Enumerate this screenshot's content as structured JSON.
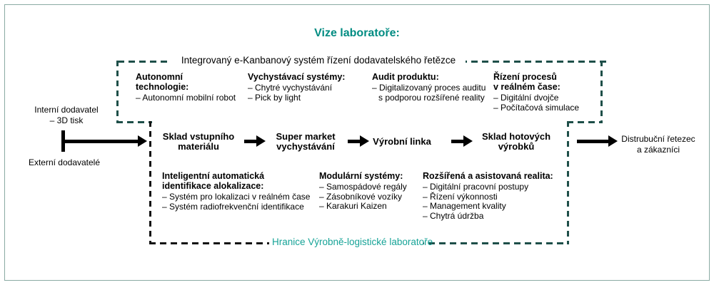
{
  "title": "Vize laboratoře:",
  "colors": {
    "title_teal": "#008C82",
    "boundary_label_teal": "#16A397",
    "dash_teal": "#1E4F49",
    "dash_black": "#131313",
    "frame_border": "#8AAAA3"
  },
  "kanban_box": {
    "label": "Integrovaný e-Kanbanový systém řízení dodavatelského řetězce"
  },
  "lab_boundary": {
    "label": "Hranice Výrobně-logistické laboratoře"
  },
  "suppliers": {
    "internal_line1": "Interní dodavatel",
    "internal_line2": "– 3D tisk",
    "external": "Externí dodavatelé"
  },
  "flow": {
    "stations": [
      {
        "line1": "Sklad vstupního",
        "line2": "materiálu"
      },
      {
        "line1": "Super market",
        "line2": "vychystávání"
      },
      {
        "line1": "Výrobní linka",
        "line2": ""
      },
      {
        "line1": "Sklad hotových",
        "line2": "výrobků"
      }
    ],
    "output_line1": "Distrubuční řetezec",
    "output_line2": "a zákazníci"
  },
  "top_annotations": [
    {
      "title_lines": [
        "Autonomní",
        "technologie:"
      ],
      "items": [
        "– Autonomní mobilní robot"
      ]
    },
    {
      "title_lines": [
        "Vychystávací systémy:"
      ],
      "items": [
        "– Chytré vychystávání",
        "– Pick by light"
      ]
    },
    {
      "title_lines": [
        "Audit produktu:"
      ],
      "items": [
        "– Digitalizovaný proces auditu",
        "s podporou rozšířené reality"
      ]
    },
    {
      "title_lines": [
        "Řízení procesů",
        "v reálném čase:"
      ],
      "items": [
        "– Digitální dvojče",
        "– Počítačová simulace"
      ]
    }
  ],
  "bottom_annotations": [
    {
      "title_lines": [
        "Inteligentní automatická",
        "identifikace alokalizace:"
      ],
      "items": [
        "– Systém pro lokalizaci v reálném čase",
        "– Systém radiofrekvenční identifikace"
      ]
    },
    {
      "title_lines": [
        "Modulární systémy:"
      ],
      "items": [
        "– Samospádové regály",
        "– Zásobníkové vozíky",
        "– Karakuri Kaizen"
      ]
    },
    {
      "title_lines": [
        "Rozšířená a asistovaná realita:"
      ],
      "items": [
        "– Digitální pracovní postupy",
        "– Řízení výkonnosti",
        "– Management kvality",
        "– Chytrá údržba"
      ]
    }
  ]
}
